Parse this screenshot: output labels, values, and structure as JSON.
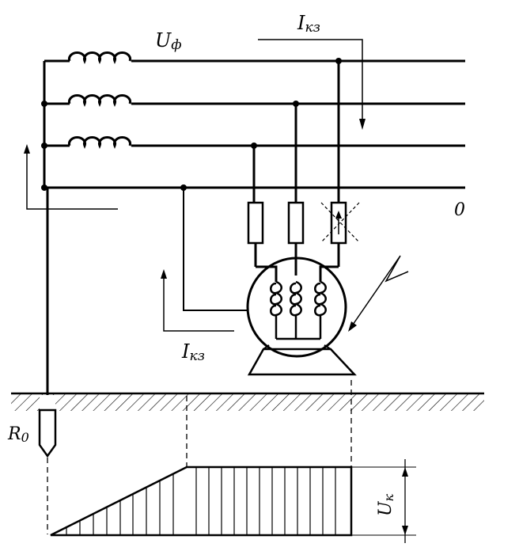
{
  "labels": {
    "phase_voltage_main": "U",
    "phase_voltage_sub": "ф",
    "short_circuit_top_main": "I",
    "short_circuit_top_sub": "кз",
    "short_circuit_bottom_main": "I",
    "short_circuit_bottom_sub": "кз",
    "neutral": "0",
    "ground_resistance_main": "R",
    "ground_resistance_sub": "0",
    "touch_voltage_main": "U",
    "touch_voltage_sub": "к"
  },
  "fuses": [
    {
      "phase": "left",
      "blown": false
    },
    {
      "phase": "middle",
      "blown": false
    },
    {
      "phase": "right",
      "blown": true
    }
  ],
  "colors": {
    "ink": "#000000",
    "background": "#ffffff"
  }
}
